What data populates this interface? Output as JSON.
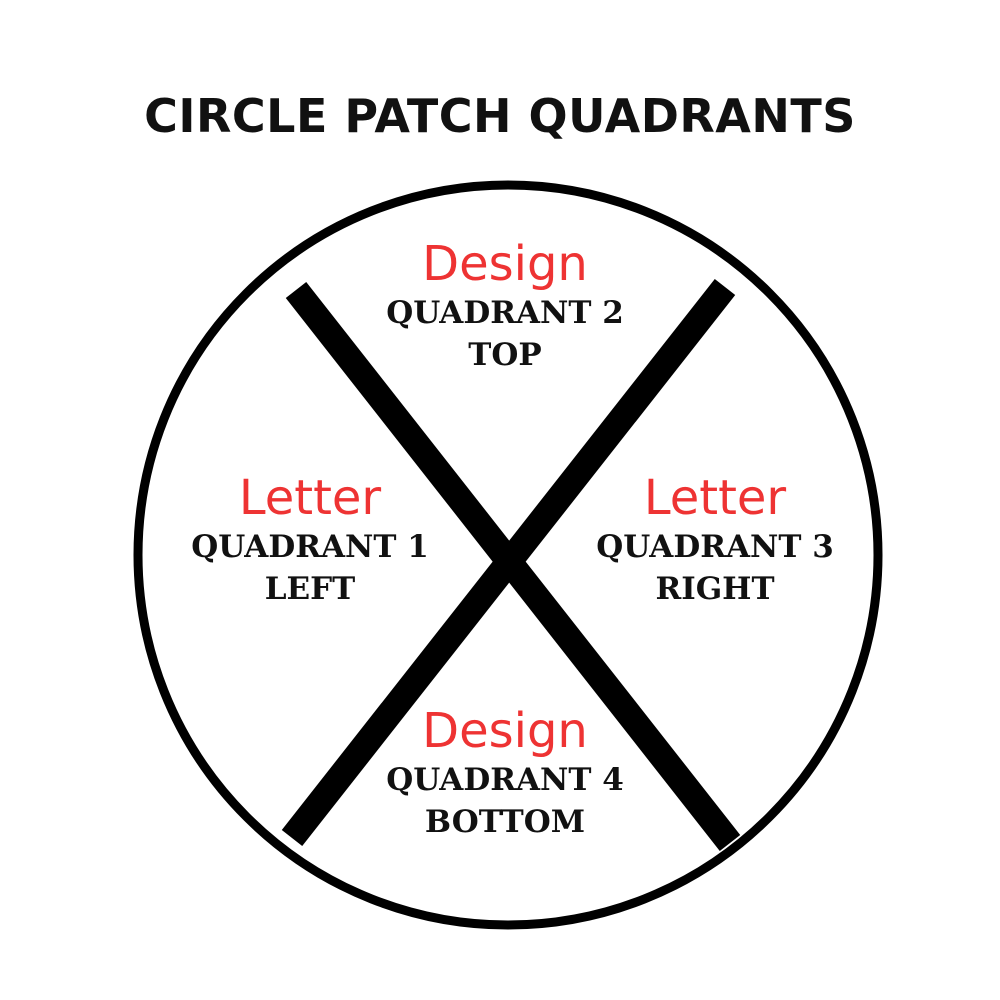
{
  "title": "CIRCLE PATCH QUADRANTS",
  "colors": {
    "category": "#EE3333",
    "text": "#111111",
    "stroke": "#000000"
  },
  "quadrants": {
    "q1": {
      "category": "Letter",
      "name": "QUADRANT 1",
      "position": "LEFT"
    },
    "q2": {
      "category": "Design",
      "name": "QUADRANT 2",
      "position": "TOP"
    },
    "q3": {
      "category": "Letter",
      "name": "QUADRANT 3",
      "position": "RIGHT"
    },
    "q4": {
      "category": "Design",
      "name": "QUADRANT 4",
      "position": "BOTTOM"
    }
  }
}
